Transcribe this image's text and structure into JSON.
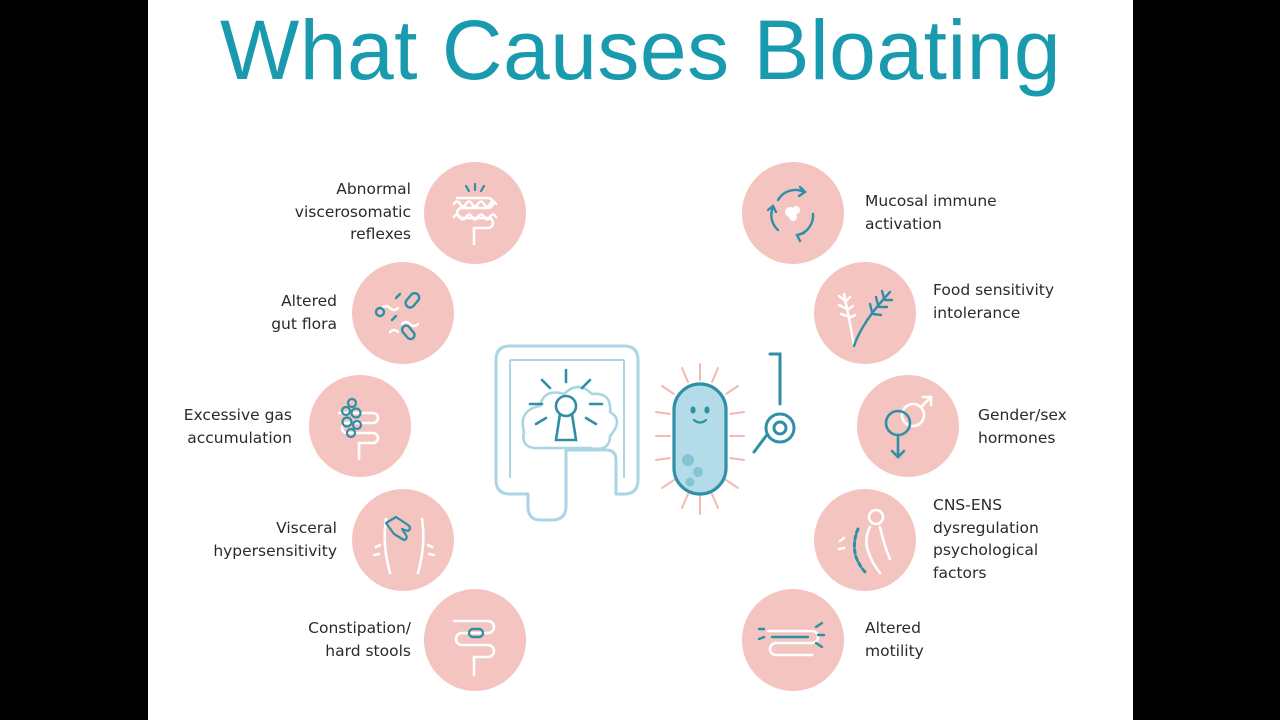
{
  "slide": {
    "title": "What Causes Bloating",
    "colors": {
      "title": "#1a9aae",
      "circle_fill": "#f4c4c0",
      "icon_stroke_white": "#ffffff",
      "icon_stroke_teal": "#2e8fa6",
      "center_light_blue": "#a9d6e2",
      "bacterium_fill": "#b3dce8",
      "bacterium_stroke": "#2e8fa6",
      "pink_spikes": "#f2b8b4",
      "page_background": "#000000",
      "slide_background": "#ffffff"
    }
  },
  "left_causes": [
    {
      "icon": "intestine-reflex-icon",
      "lines": [
        "Abnormal",
        "viscerosomatic",
        "reflexes"
      ]
    },
    {
      "icon": "gut-bacteria-icon",
      "lines": [
        "Altered",
        "gut flora"
      ]
    },
    {
      "icon": "gas-bubbles-icon",
      "lines": [
        "Excessive gas",
        "accumulation"
      ]
    },
    {
      "icon": "hand-on-abdomen-icon",
      "lines": [
        "Visceral",
        "hypersensitivity"
      ]
    },
    {
      "icon": "blocked-intestine-icon",
      "lines": [
        "Constipation/",
        "hard stools"
      ]
    }
  ],
  "right_causes": [
    {
      "icon": "immune-cycle-icon",
      "lines": [
        "Mucosal immune",
        "activation"
      ]
    },
    {
      "icon": "wheat-icon",
      "lines": [
        "Food sensitivity",
        "intolerance"
      ]
    },
    {
      "icon": "gender-symbols-icon",
      "lines": [
        "Gender/sex",
        "hormones"
      ]
    },
    {
      "icon": "spine-body-icon",
      "lines": [
        "CNS-ENS",
        "dysregulation",
        "psychological",
        "factors"
      ]
    },
    {
      "icon": "motility-icon",
      "lines": [
        "Altered",
        "motility"
      ]
    }
  ],
  "center": {
    "icons": [
      "intestine-keyhole-icon",
      "bacterium-character-icon",
      "key-icon"
    ]
  }
}
